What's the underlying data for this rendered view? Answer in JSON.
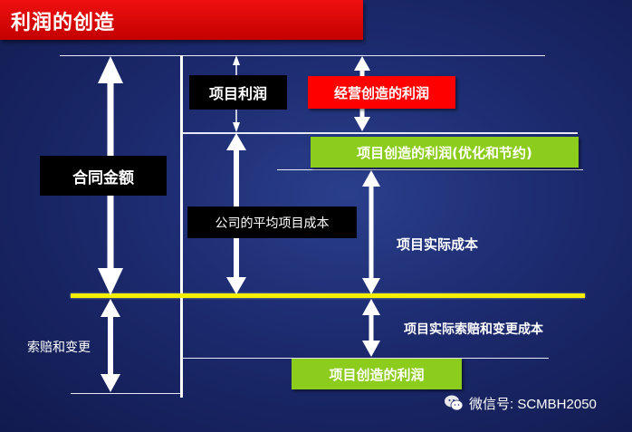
{
  "title": "利润的创造",
  "boxes": {
    "project_profit": "项目利润",
    "operating_profit": "经营创造的利润",
    "optimized_profit": "项目创造的利润(优化和节约)",
    "contract_amount": "合同金额",
    "average_cost": "公司的平均项目成本",
    "project_created_profit": "项目创造的利润"
  },
  "labels": {
    "actual_cost": "项目实际成本",
    "claim_change_cost": "项目实际索赔和变更成本",
    "claims_changes": "索赔和变更"
  },
  "watermark": {
    "text": "微信号: SCMBH2050",
    "icon": "wechat-icon"
  },
  "colors": {
    "title_bar": "#e00000",
    "red_box": "#ff0000",
    "green_box": "#8ccc1c",
    "black_box": "#000000",
    "baseline": "#f4f000"
  }
}
